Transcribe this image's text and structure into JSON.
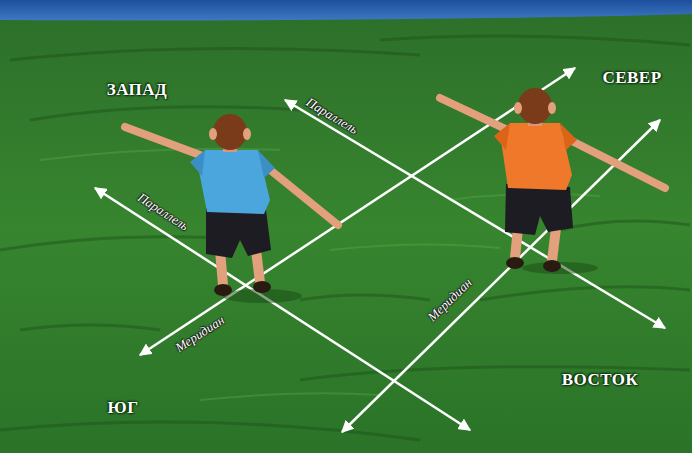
{
  "diagram": {
    "labels": [
      "ЗАПАД",
      "СЕВЕР",
      "Параллель",
      "Параллель",
      "Меридиан",
      "Меридиан",
      "ВОСТОК",
      "ЮГ"
    ]
  }
}
